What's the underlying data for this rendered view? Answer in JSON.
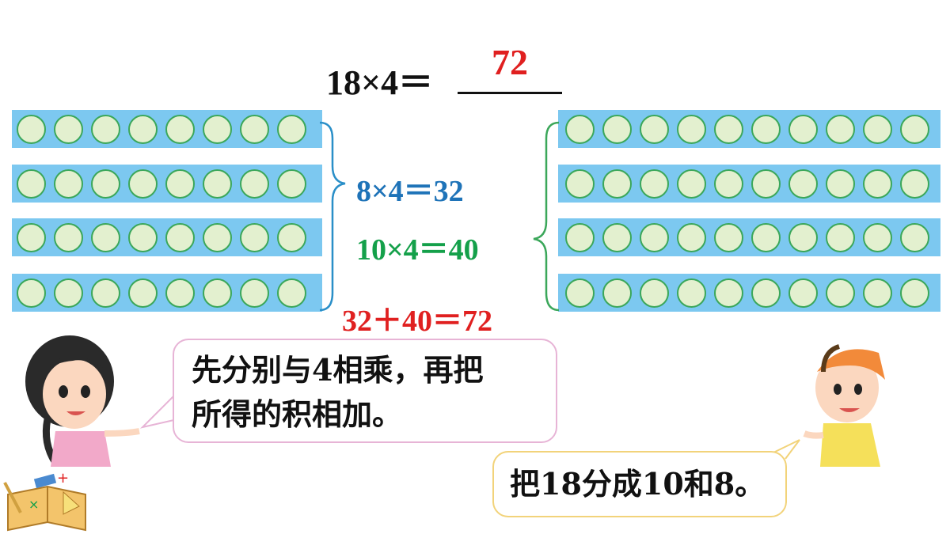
{
  "equation": {
    "expression": "18×4＝",
    "answer": "72"
  },
  "left_group": {
    "rows": 4,
    "dots_per_row": 8
  },
  "right_group": {
    "rows": 4,
    "dots_per_row": 10
  },
  "steps": {
    "step1": "8×4＝32",
    "step2": "10×4＝40",
    "step3": "32＋40＝72"
  },
  "girl_speech": {
    "line1": "先分别与4相乘，再把",
    "line2": "所得的积相加。"
  },
  "boy_speech": {
    "text": "把18分成10和8。"
  },
  "colors": {
    "strip": "#7cc8f0",
    "dot_fill": "#e3f0cf",
    "dot_border": "#3ba75a",
    "step1": "#1e73b8",
    "step2": "#14a04a",
    "step3": "#e02020",
    "answer": "#e02020"
  }
}
